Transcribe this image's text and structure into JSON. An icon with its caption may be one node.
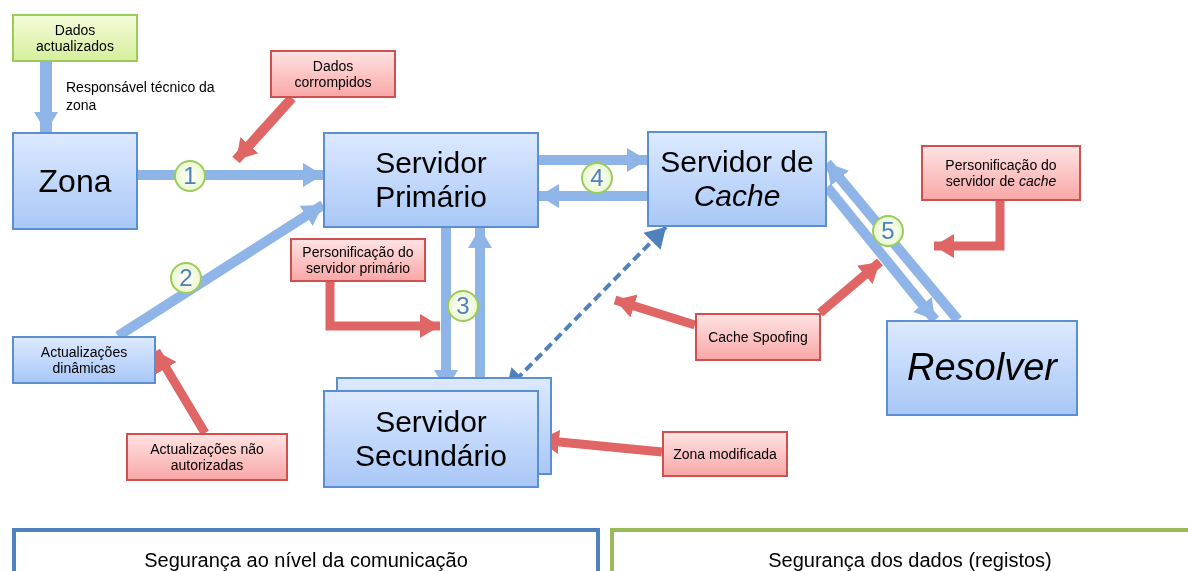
{
  "diagram": {
    "nodes": [
      {
        "text": [
          "Dados actualizados"
        ]
      },
      {
        "text": [
          "Zona"
        ]
      },
      {
        "text": [
          "Dados corrompidos"
        ]
      },
      {
        "text": [
          "Servidor Primário"
        ]
      },
      {
        "text": [
          "Servidor de *Cache*"
        ]
      },
      {
        "text": [
          "Personificação do servidor de *cache*"
        ]
      },
      {
        "text": [
          "Personificação do servidor primário"
        ]
      },
      {
        "text": [
          "Servidor Secundário"
        ]
      },
      {
        "text": [
          "Cache Spoofing"
        ]
      },
      {
        "text": [
          "Resolver"
        ]
      },
      {
        "text": [
          "Actualizações dinâmicas"
        ]
      },
      {
        "text": [
          "Actualizações não autorizadas"
        ]
      },
      {
        "text": [
          "Zona modificada"
        ]
      },
      {
        "text": [
          "Segurança ao nível da comunicação"
        ]
      },
      {
        "text": [
          "Segurança dos dados (registos)"
        ]
      }
    ],
    "edges": [
      {
        "from": 0,
        "to": 1,
        "arrow": "to",
        "label": "Responsável técnico da zona"
      },
      {
        "from": 1,
        "to": 3,
        "arrow": "to",
        "label": "1"
      },
      {
        "from": 2,
        "to": null,
        "arrow": "to",
        "color": "#e06666"
      },
      {
        "from": 10,
        "to": 3,
        "arrow": "to",
        "label": "2"
      },
      {
        "from": 3,
        "to": 4,
        "arrow": "to",
        "label": "4"
      },
      {
        "from": 4,
        "to": 3,
        "arrow": "to"
      },
      {
        "from": 3,
        "to": 7,
        "arrow": "to",
        "label": "3"
      },
      {
        "from": 7,
        "to": 3,
        "arrow": "to"
      },
      {
        "from": 4,
        "to": 9,
        "arrow": "to",
        "label": "5"
      },
      {
        "from": 9,
        "to": 4,
        "arrow": "to"
      },
      {
        "from": 7,
        "to": 4,
        "arrow": "both",
        "style": "dashed",
        "color": "#4f81bd"
      },
      {
        "from": 6,
        "to": null,
        "arrow": "to",
        "color": "#e06666"
      },
      {
        "from": 8,
        "to": null,
        "arrow": "to",
        "color": "#e06666"
      },
      {
        "from": 8,
        "to": null,
        "arrow": "to",
        "color": "#e06666"
      },
      {
        "from": 5,
        "to": null,
        "arrow": "to",
        "color": "#e06666"
      },
      {
        "from": 11,
        "to": 10,
        "arrow": "to",
        "color": "#e06666"
      },
      {
        "from": 12,
        "to": 7,
        "arrow": "to",
        "color": "#e06666"
      }
    ]
  }
}
